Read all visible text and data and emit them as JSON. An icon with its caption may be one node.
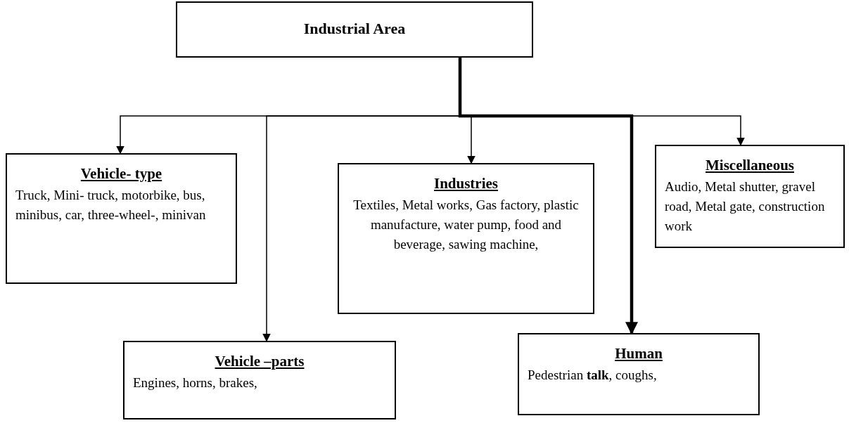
{
  "diagram": {
    "nodes": [
      {
        "text": [
          "Industrial Area"
        ]
      },
      {
        "text": [
          "Vehicle- type",
          "Truck, Mini- truck, motorbike, bus, minibus, car, three-wheel-, minivan"
        ]
      },
      {
        "text": [
          "Vehicle –parts",
          "Engines, horns, brakes,"
        ]
      },
      {
        "text": [
          "Industries",
          "Textiles, Metal works, Gas factory, plastic manufacture, water pump, food and beverage, sawing machine,"
        ]
      },
      {
        "text": [
          "Human",
          "Pedestrian **talk**, coughs,"
        ]
      },
      {
        "text": [
          "Miscellaneous",
          "Audio, Metal shutter, gravel road, Metal gate, construction work"
        ]
      }
    ],
    "edges": [
      {
        "from": 0,
        "to": 1,
        "arrow": "to"
      },
      {
        "from": 0,
        "to": 2,
        "arrow": "to"
      },
      {
        "from": 0,
        "to": 3,
        "arrow": "to"
      },
      {
        "from": 0,
        "to": 4,
        "arrow": "to",
        "style": "thick"
      },
      {
        "from": 0,
        "to": 5,
        "arrow": "to"
      }
    ]
  }
}
